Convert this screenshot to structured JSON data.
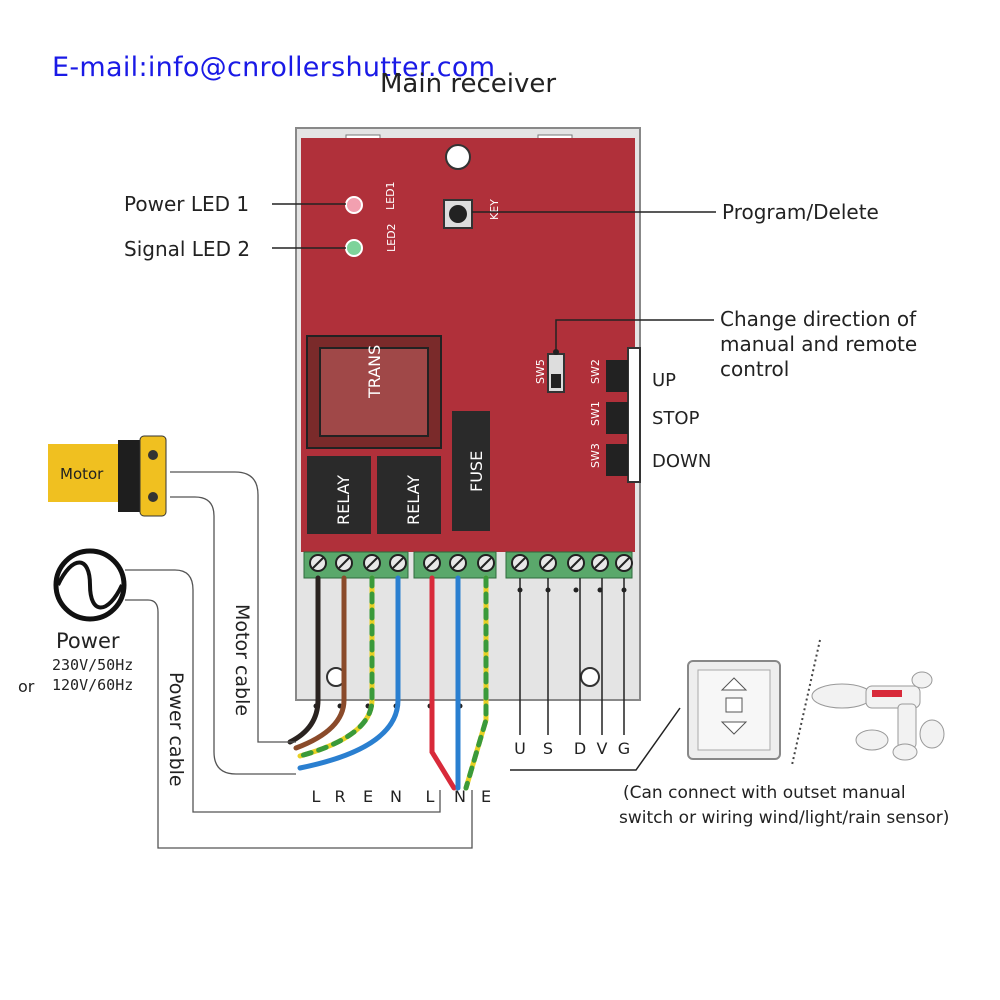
{
  "email": "E-mail:info@cnrollershutter.com",
  "title": "Main receiver",
  "board": {
    "led1_silk": "LED1",
    "led2_silk": "LED2",
    "key_silk": "KEY",
    "trans": "TRANS",
    "relay1": "RELAY",
    "relay2": "RELAY",
    "fuse": "FUSE",
    "sw5": "SW5",
    "sw2": "SW2",
    "sw1": "SW1",
    "sw3": "SW3"
  },
  "callouts": {
    "power_led": "Power LED 1",
    "signal_led": "Signal LED 2",
    "program": "Program/Delete",
    "change_dir": [
      "Change direction of",
      "manual and remote",
      "control"
    ],
    "up": "UP",
    "stop": "STOP",
    "down": "DOWN"
  },
  "motor": {
    "label": "Motor",
    "cable": "Motor cable"
  },
  "power": {
    "label": "Power",
    "v1": "230V/50Hz",
    "or": "or",
    "v2": "120V/60Hz",
    "cable": "Power cable"
  },
  "terminals": {
    "motor": [
      "L",
      "R",
      "E",
      "N"
    ],
    "power": [
      "L",
      "N",
      "E"
    ],
    "signal": [
      "U",
      "S",
      "D",
      "V",
      "G"
    ]
  },
  "external_note": [
    "(Can connect with outset manual",
    "switch or wiring wind/light/rain sensor)"
  ],
  "colors": {
    "board": "#b0303a",
    "board_dark": "#8d2830",
    "terminal": "#5aa86b",
    "wire_black": "#2a2320",
    "wire_brown": "#8a4a2a",
    "wire_yellow": "#e8d024",
    "wire_green": "#3a9a3a",
    "wire_blue": "#2a7fd0",
    "wire_red": "#d82a3a",
    "motor_yellow": "#f0c020",
    "email_blue": "#1a1ae6"
  }
}
